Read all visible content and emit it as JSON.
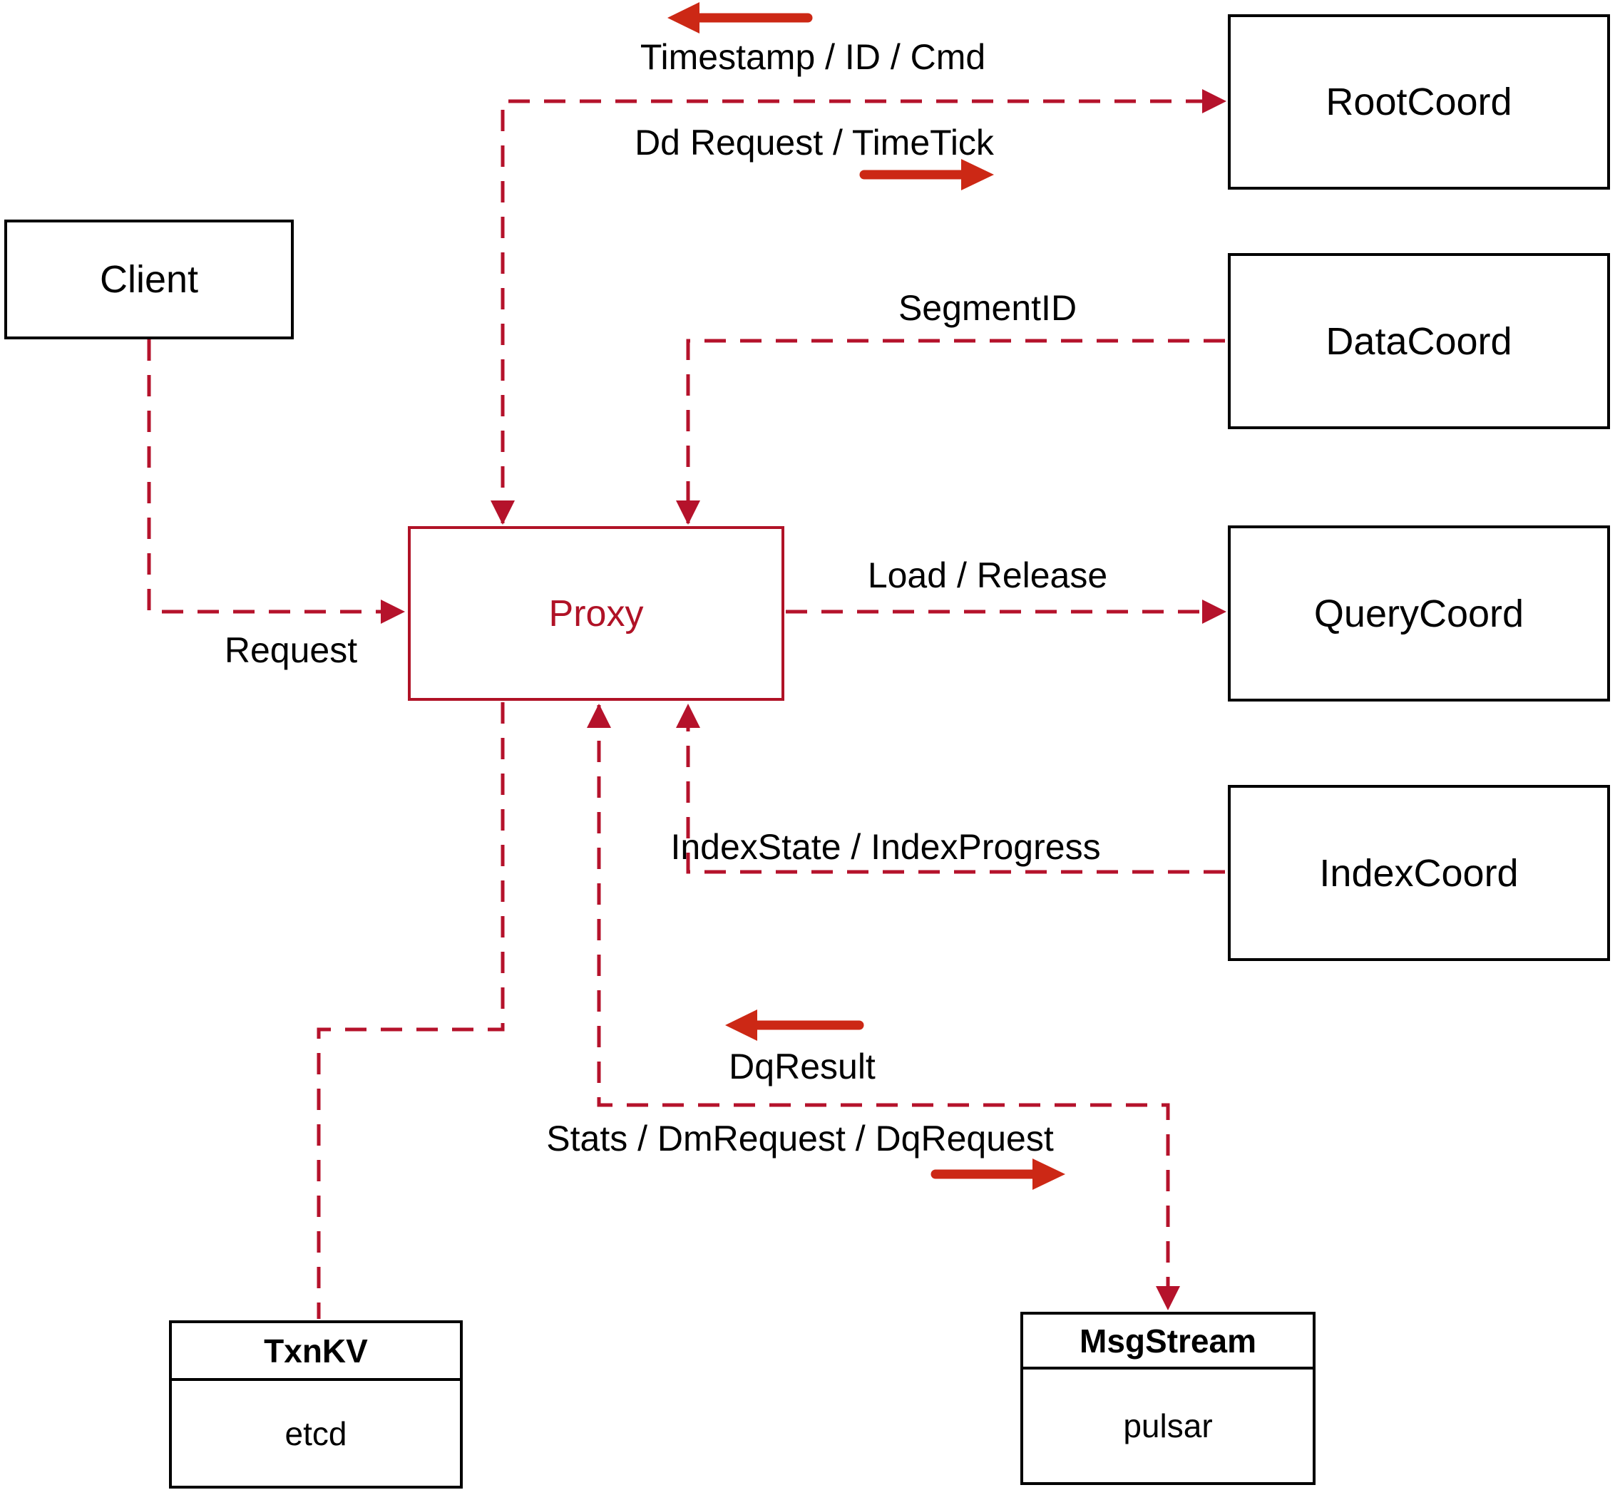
{
  "diagram": {
    "nodes": {
      "client": {
        "label": "Client"
      },
      "proxy": {
        "label": "Proxy"
      },
      "root_coord": {
        "label": "RootCoord"
      },
      "data_coord": {
        "label": "DataCoord"
      },
      "query_coord": {
        "label": "QueryCoord"
      },
      "index_coord": {
        "label": "IndexCoord"
      },
      "txn_kv": {
        "title": "TxnKV",
        "subtitle": "etcd"
      },
      "msg_stream": {
        "title": "MsgStream",
        "subtitle": "pulsar"
      }
    },
    "edges": [
      {
        "label": "Timestamp / ID / Cmd",
        "from": "RootCoord",
        "to": "Proxy",
        "direction_icon": "arrow-left"
      },
      {
        "label": "Dd Request / TimeTick",
        "from": "Proxy",
        "to": "RootCoord",
        "direction_icon": "arrow-right"
      },
      {
        "label": "SegmentID",
        "from": "DataCoord",
        "to": "Proxy",
        "direction_icon": ""
      },
      {
        "label": "Request",
        "from": "Client",
        "to": "Proxy",
        "direction_icon": ""
      },
      {
        "label": "Load / Release",
        "from": "Proxy",
        "to": "QueryCoord",
        "direction_icon": ""
      },
      {
        "label": "IndexState / IndexProgress",
        "from": "IndexCoord",
        "to": "Proxy",
        "direction_icon": ""
      },
      {
        "label": "DqResult",
        "from": "MsgStream",
        "to": "Proxy",
        "direction_icon": "arrow-left"
      },
      {
        "label": "Stats / DmRequest / DqRequest",
        "from": "Proxy",
        "to": "MsgStream",
        "direction_icon": "arrow-right"
      },
      {
        "label": "",
        "from": "Proxy",
        "to": "TxnKV",
        "direction_icon": ""
      }
    ],
    "colors": {
      "connector": "#b5122b",
      "proxy_accent": "#b01226",
      "direction_arrow": "#cc2815",
      "box_border": "#000000",
      "text": "#000000",
      "background": "#ffffff"
    }
  }
}
